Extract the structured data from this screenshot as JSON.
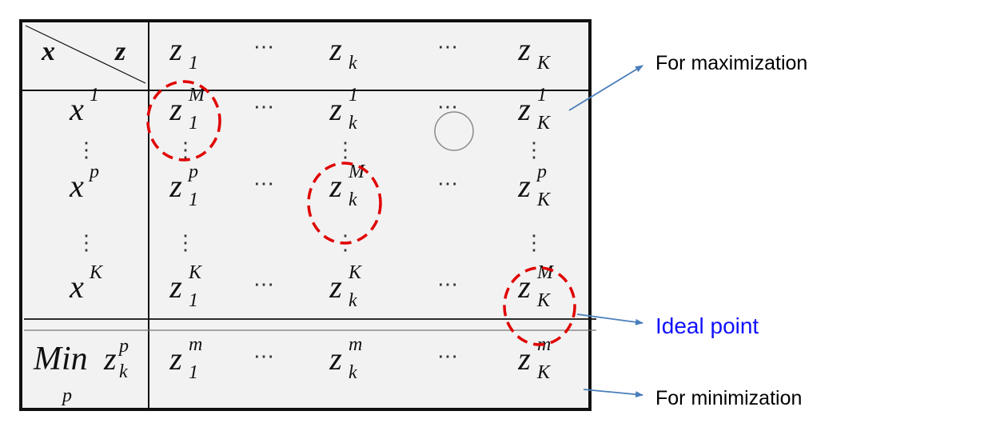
{
  "corner": {
    "row_var": "x",
    "col_var": "z"
  },
  "columns": [
    {
      "base": "z",
      "sub": "1"
    },
    {
      "base": "⋯"
    },
    {
      "base": "z",
      "sub": "k"
    },
    {
      "base": "⋯"
    },
    {
      "base": "z",
      "sub": "K"
    }
  ],
  "rows": [
    {
      "label": {
        "base": "x",
        "sup": "1"
      },
      "cells": [
        {
          "base": "z",
          "sub": "1",
          "sup": "M"
        },
        {
          "base": "⋯"
        },
        {
          "base": "z",
          "sub": "k",
          "sup": "1"
        },
        {
          "base": "⋯"
        },
        {
          "base": "z",
          "sub": "K",
          "sup": "1"
        }
      ]
    },
    {
      "label": {
        "base": "⋮"
      },
      "cells": [
        {
          "base": "⋮"
        },
        {
          "base": ""
        },
        {
          "base": "⋮"
        },
        {
          "base": ""
        },
        {
          "base": "⋮"
        }
      ]
    },
    {
      "label": {
        "base": "x",
        "sup": "p"
      },
      "cells": [
        {
          "base": "z",
          "sub": "1",
          "sup": "p"
        },
        {
          "base": "⋯"
        },
        {
          "base": "z",
          "sub": "k",
          "sup": "M"
        },
        {
          "base": "⋯"
        },
        {
          "base": "z",
          "sub": "K",
          "sup": "p"
        }
      ]
    },
    {
      "label": {
        "base": "⋮"
      },
      "cells": [
        {
          "base": "⋮"
        },
        {
          "base": ""
        },
        {
          "base": "⋮"
        },
        {
          "base": ""
        },
        {
          "base": "⋮"
        }
      ]
    },
    {
      "label": {
        "base": "x",
        "sup": "K"
      },
      "cells": [
        {
          "base": "z",
          "sub": "1",
          "sup": "K"
        },
        {
          "base": "⋯"
        },
        {
          "base": "z",
          "sub": "k",
          "sup": "K"
        },
        {
          "base": "⋯"
        },
        {
          "base": "z",
          "sub": "K",
          "sup": "M"
        }
      ]
    }
  ],
  "min_row": {
    "label": {
      "prefix": "Min",
      "base": "z",
      "sub": "k",
      "sup": "p",
      "under": "p"
    },
    "cells": [
      {
        "base": "z",
        "sub": "1",
        "sup": "m"
      },
      {
        "base": "⋯"
      },
      {
        "base": "z",
        "sub": "k",
        "sup": "m"
      },
      {
        "base": "⋯"
      },
      {
        "base": "z",
        "sub": "K",
        "sup": "m"
      }
    ]
  },
  "annotations": {
    "max_label": "For maximization",
    "ideal_label": "Ideal point",
    "min_label": "For minimization"
  },
  "colors": {
    "border": "#111111",
    "table_fill": "#f2f2f2",
    "highlight": "#e00000",
    "arrow": "#4a7ebb",
    "ideal_text": "#1010ff",
    "anno_text": "#000000"
  }
}
